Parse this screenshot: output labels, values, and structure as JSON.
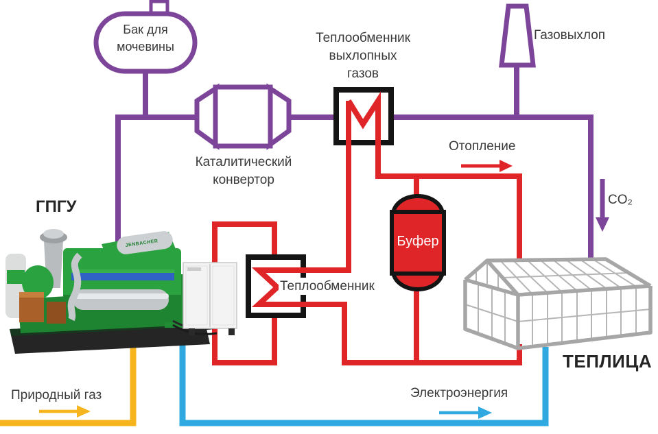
{
  "labels": {
    "urea_tank_line1": "Бак для",
    "urea_tank_line2": "мочевины",
    "catalytic_converter_line1": "Каталитический",
    "catalytic_converter_line2": "конвертор",
    "exhaust_hx_line1": "Теплообменник",
    "exhaust_hx_line2": "выхлопных",
    "exhaust_hx_line3": "газов",
    "gas_exhaust": "Газовыхлоп",
    "heating": "Отопление",
    "co2": "CO₂",
    "engine": "ГПГУ",
    "engine_brand": "JENBACHER",
    "buffer": "Буфер",
    "heat_exchanger": "Теплообменник",
    "greenhouse": "ТЕПЛИЦА",
    "natural_gas": "Природный газ",
    "electricity": "Электроэнергия"
  },
  "colors": {
    "exhaust": "#7C4599",
    "heating": "#E02528",
    "gas": "#F6B41E",
    "electricity": "#2FA9E0",
    "structure": "#A6A6A6",
    "box_outline": "#141414",
    "label": "#3A3A3A"
  }
}
